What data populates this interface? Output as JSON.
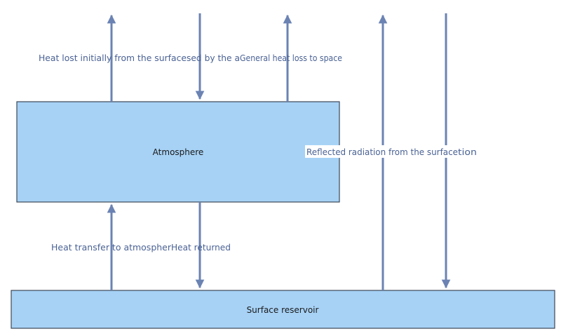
{
  "colors": {
    "box_fill": "#a7d2f6",
    "box_stroke": "#3c4856",
    "arrow": "#6b83b3",
    "box_label": "#1a1a1a",
    "arrow_label": "#4a6294"
  },
  "boxes": {
    "atmosphere": {
      "label": "Atmosphere"
    },
    "surface": {
      "label": "Surface reservoir"
    }
  },
  "arrows": {
    "heat_lost_initially": {
      "label": "Heat lost initially from the surface",
      "direction": "up"
    },
    "absorbed_by_atmosphere": {
      "label": "sed by the a",
      "direction": "down"
    },
    "general_heat_loss": {
      "label": "General heat loss to space",
      "direction": "up"
    },
    "reflected_radiation": {
      "label": "Reflected radiation from the surface",
      "direction": "up"
    },
    "incoming_radiation": {
      "label": "tion",
      "direction": "down"
    },
    "heat_transfer_to_atmosphere": {
      "label": "Heat transfer to atmospher",
      "direction": "up"
    },
    "heat_returned": {
      "label": "Heat returned",
      "direction": "down"
    }
  }
}
